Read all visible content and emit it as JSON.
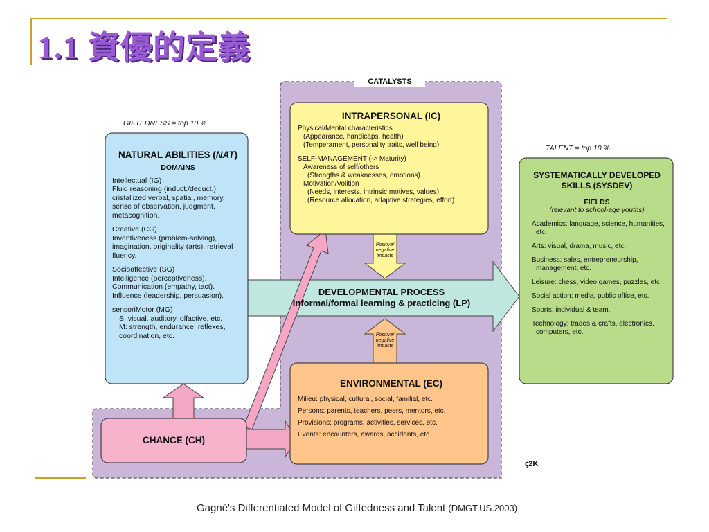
{
  "slide": {
    "title": "1.1 資優的定義",
    "caption_main": "Gagné's Differentiated Model of Giftedness and Talent",
    "caption_small": "(DMGT.US.2003)",
    "mark": "ꞔ2K"
  },
  "diagram": {
    "catalysts_label": "CATALYSTS",
    "giftedness_label": "GIFTEDNESS = top 10 %",
    "talent_label": "TALENT = top 10 %",
    "nat": {
      "title_plain": "NATURAL ABILITIES (",
      "title_abbr": "NAT",
      "title_close": ")",
      "domains": "DOMAINS",
      "intellectual_head": "Intellectual (IG)",
      "intellectual_text": "Fluid reasoning (induct./deduct.), cristallized verbal, spatial, memory, sense of observation, judgment, metacognition.",
      "creative_head": "Creative (CG)",
      "creative_text": "Inventiveness (problem-solving), imagination, originality (arts), retrieval fluency.",
      "socio_head": "Socioaffective (SG)",
      "socio_text": "Intelligence (perceptiveness). Communication (empathy, tact). Influence (leadership, persuasion).",
      "motor_head": "sensoriMotor (MG)",
      "motor_s": "S: visual, auditory, olfactive, etc.",
      "motor_m": "M: strength, endurance, reflexes, coordination, etc."
    },
    "ic": {
      "title": "INTRAPERSONAL (IC)",
      "phys_head": "Physical/Mental characteristics",
      "phys_1": "(Appearance, handicaps, health)",
      "phys_2": "(Temperament, personality traits, well being)",
      "self_head": "SELF-MANAGEMENT (-> Maturity)",
      "aware_head": "Awareness of self/others",
      "aware_1": "(Strengths & weaknesses, emotions)",
      "motiv_head": "Motivation/Volition",
      "motiv_1": "(Needs, interests, intrinsic motives, values)",
      "motiv_2": "(Resource allocation, adaptive strategies, effort)"
    },
    "impacts": "Positive/ negative impacts",
    "process": {
      "line1": "DEVELOPMENTAL PROCESS",
      "line2": "Informal/formal learning & practicing (LP)"
    },
    "ec": {
      "title": "ENVIRONMENTAL (EC)",
      "milieu_head": "Milieu:",
      "milieu": "physical, cultural, social, familial, etc.",
      "persons_head": "Persons:",
      "persons": "parents, teachers, peers, mentors, etc.",
      "provisions_head": "Provisions:",
      "provisions": "programs, activities, services, etc.",
      "events_head": "Events:",
      "events": "encounters, awards, accidents, etc."
    },
    "chance": "CHANCE (CH)",
    "sysdev": {
      "title_1": "SYSTEMATICALLY DEVELOPED",
      "title_2": "SKILLS (SYSDEV)",
      "fields": "FIELDS",
      "fields_note": "(relevant to school-age youths)",
      "academics_head": "Academics:",
      "academics": "language, science, humanities, etc.",
      "arts_head": "Arts:",
      "arts": "visual, drama, music, etc.",
      "business_head": "Business:",
      "business": "sales, entrepreneurship, management, etc.",
      "leisure_head": "Leisure:",
      "leisure": "chess, video games, puzzles, etc.",
      "social_head": "Social action:",
      "social": "media, public office, etc.",
      "sports_head": "Sports:",
      "sports": "individual & team.",
      "tech_head": "Technology:",
      "tech": "trades & crafts, electronics, computers, etc."
    },
    "colors": {
      "catalysts_bg": "#c9b6d9",
      "nat_bg": "#bfe4f7",
      "ic_bg": "#fff59a",
      "ec_bg": "#ffc58a",
      "sysdev_bg": "#b9dc8a",
      "chance_bg": "#f7b3cb",
      "arrow_pink": "#f4a6c4"
    }
  }
}
